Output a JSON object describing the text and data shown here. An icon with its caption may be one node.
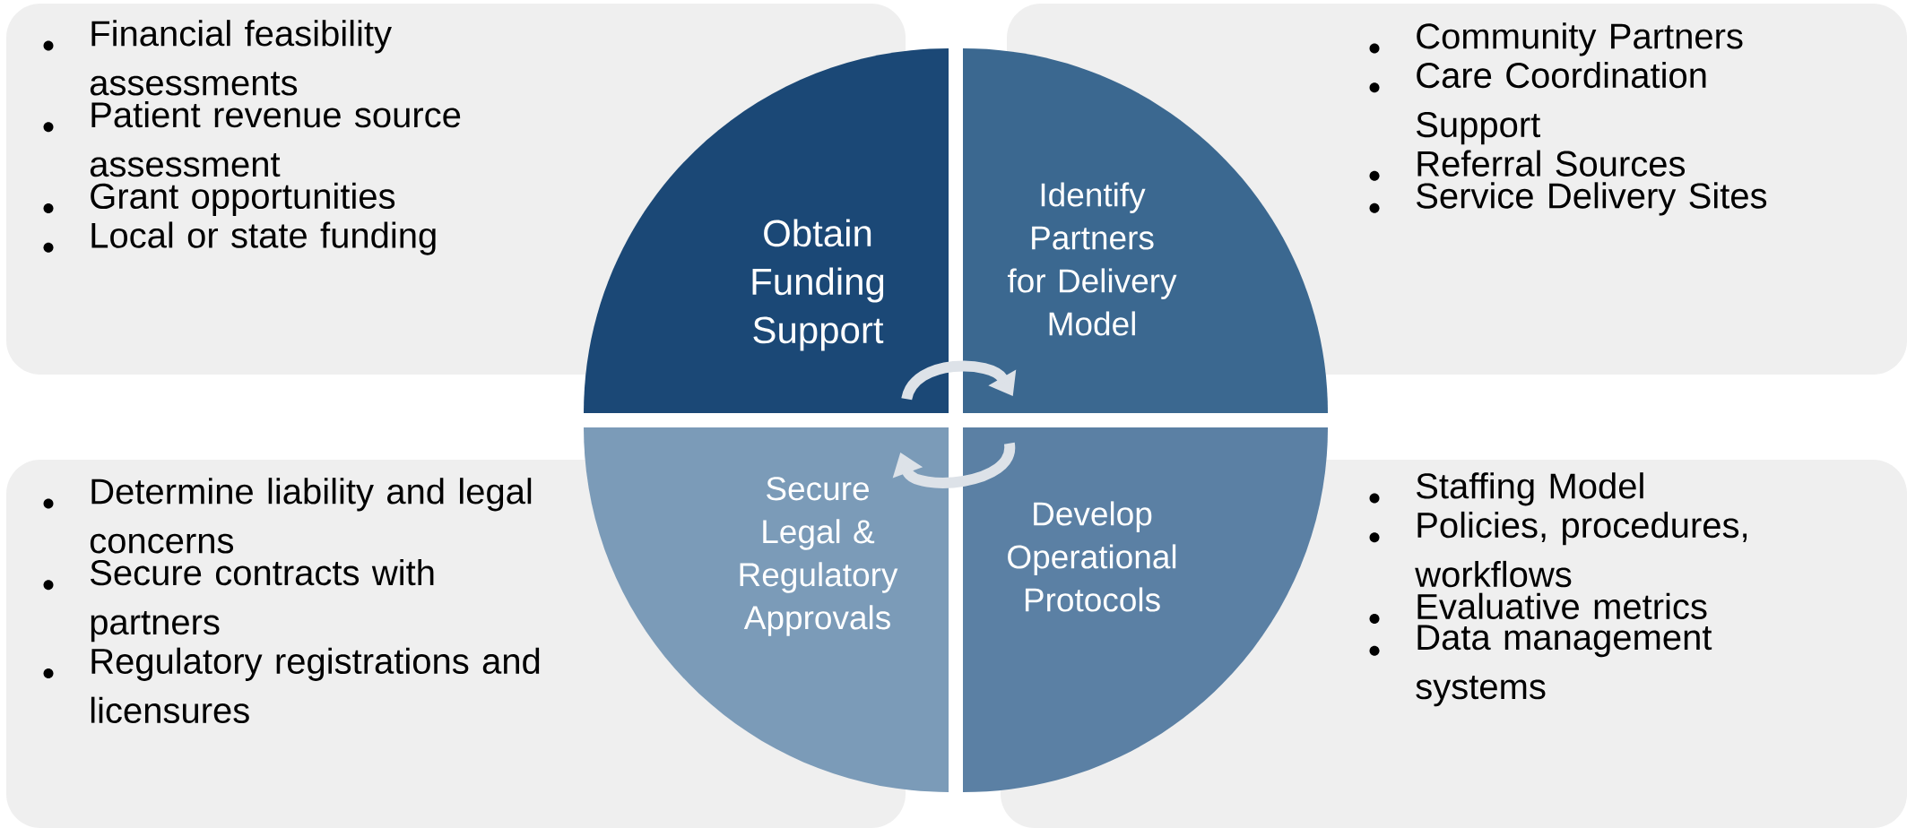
{
  "diagram": {
    "nodes": [
      {
        "text": [
          "Financial feasibility assessments",
          "Patient revenue source assessment",
          "Grant opportunities",
          "Local or state funding"
        ]
      },
      {
        "text": [
          "Obtain Funding Support"
        ]
      },
      {
        "text": [
          "Identify Partners for Delivery Model"
        ]
      },
      {
        "text": [
          "Community Partners",
          "Care Coordination Support",
          "Referral Sources",
          "Service Delivery Sites"
        ]
      },
      {
        "text": [
          "Determine liability and legal concerns",
          "Secure contracts with partners",
          "Regulatory registrations and licensures"
        ]
      },
      {
        "text": [
          "Secure Legal & Regulatory Approvals"
        ]
      },
      {
        "text": [
          "Develop Operational Protocols"
        ]
      },
      {
        "text": [
          "Staffing Model",
          "Policies, procedures, workflows",
          "Evaluative metrics",
          "Data management systems"
        ]
      }
    ],
    "edges": [
      {
        "from": 1,
        "to": 2,
        "arrow": "to"
      },
      {
        "from": 6,
        "to": 5,
        "arrow": "to"
      }
    ]
  }
}
